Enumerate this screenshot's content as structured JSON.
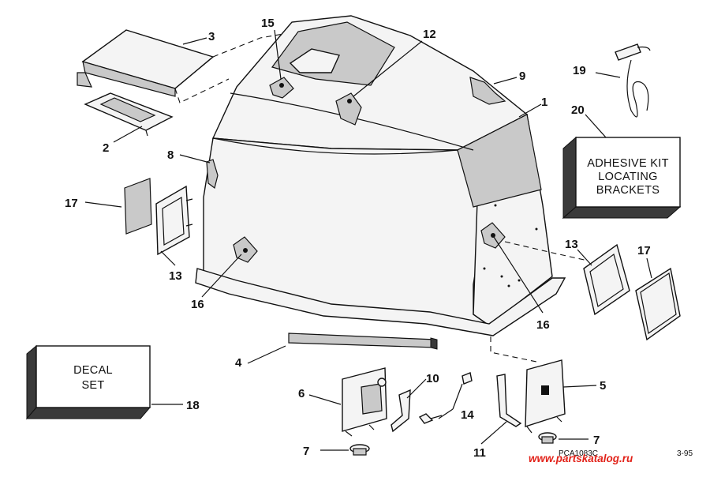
{
  "callouts": {
    "c1": "1",
    "c2": "2",
    "c3": "3",
    "c4": "4",
    "c5": "5",
    "c6": "6",
    "c7a": "7",
    "c7b": "7",
    "c8": "8",
    "c9": "9",
    "c10": "10",
    "c11": "11",
    "c12": "12",
    "c13a": "13",
    "c13b": "13",
    "c14": "14",
    "c15": "15",
    "c16a": "16",
    "c16b": "16",
    "c17a": "17",
    "c17b": "17",
    "c18": "18",
    "c19": "19",
    "c20": "20"
  },
  "boxes": {
    "adhesive_kit": {
      "line1": "ADHESIVE KIT",
      "line2": "LOCATING",
      "line3": "BRACKETS"
    },
    "decal_set": {
      "line1": "DECAL",
      "line2": "SET"
    }
  },
  "footer": {
    "code": "PCA1083C",
    "date": "3-95",
    "watermark": "www.partskatalog.ru"
  }
}
